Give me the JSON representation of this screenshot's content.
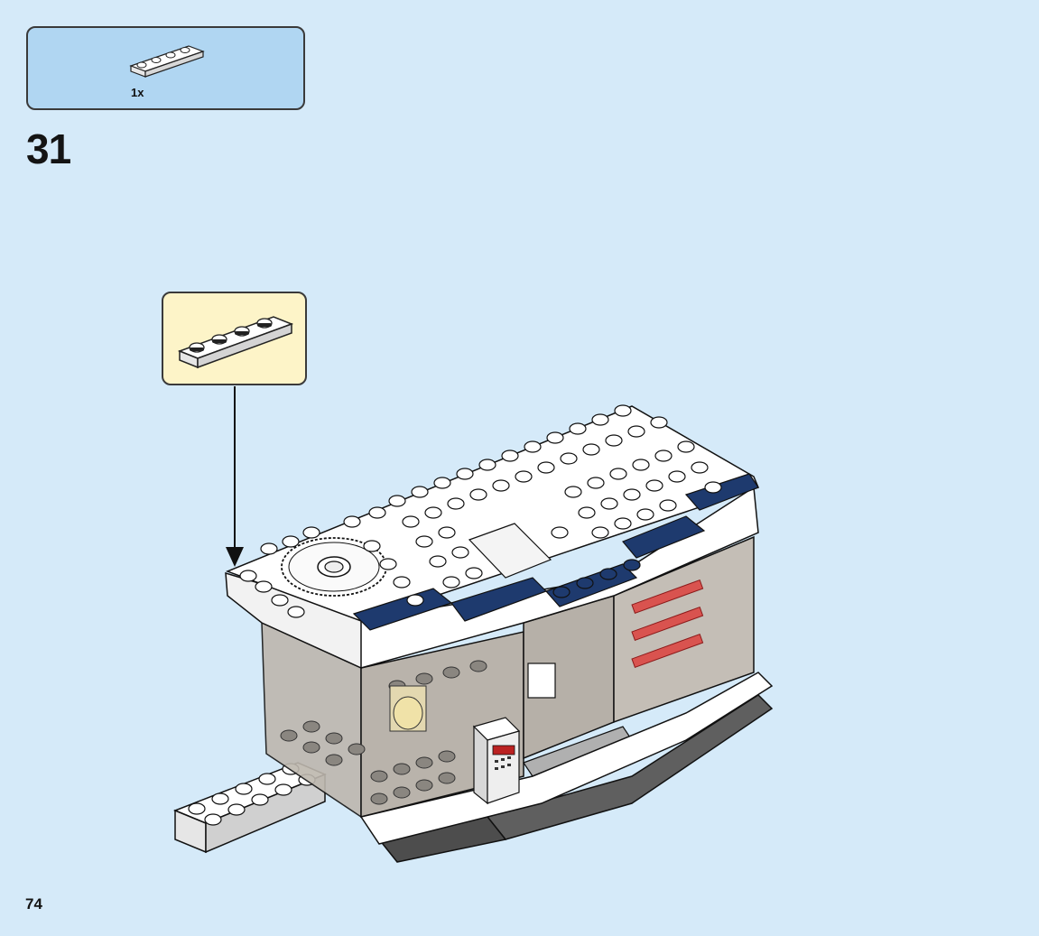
{
  "parts_list": {
    "items": [
      {
        "part": "white-plate-1x4-icon",
        "quantity": "1x"
      }
    ]
  },
  "step": {
    "number": "31"
  },
  "callout": {
    "part": "white-plate-1x4-icon"
  },
  "model": {
    "name": "building-module-illustration"
  },
  "page": {
    "number": "74"
  },
  "colors": {
    "background": "#d5eaf9",
    "parts_box": "#b0d6f2",
    "callout_box": "#fdf4c8",
    "brick_white": "#ffffff",
    "brick_navy": "#1e3a6e",
    "brick_gray": "#6d6d6d",
    "glass": "#b9b3ab"
  }
}
